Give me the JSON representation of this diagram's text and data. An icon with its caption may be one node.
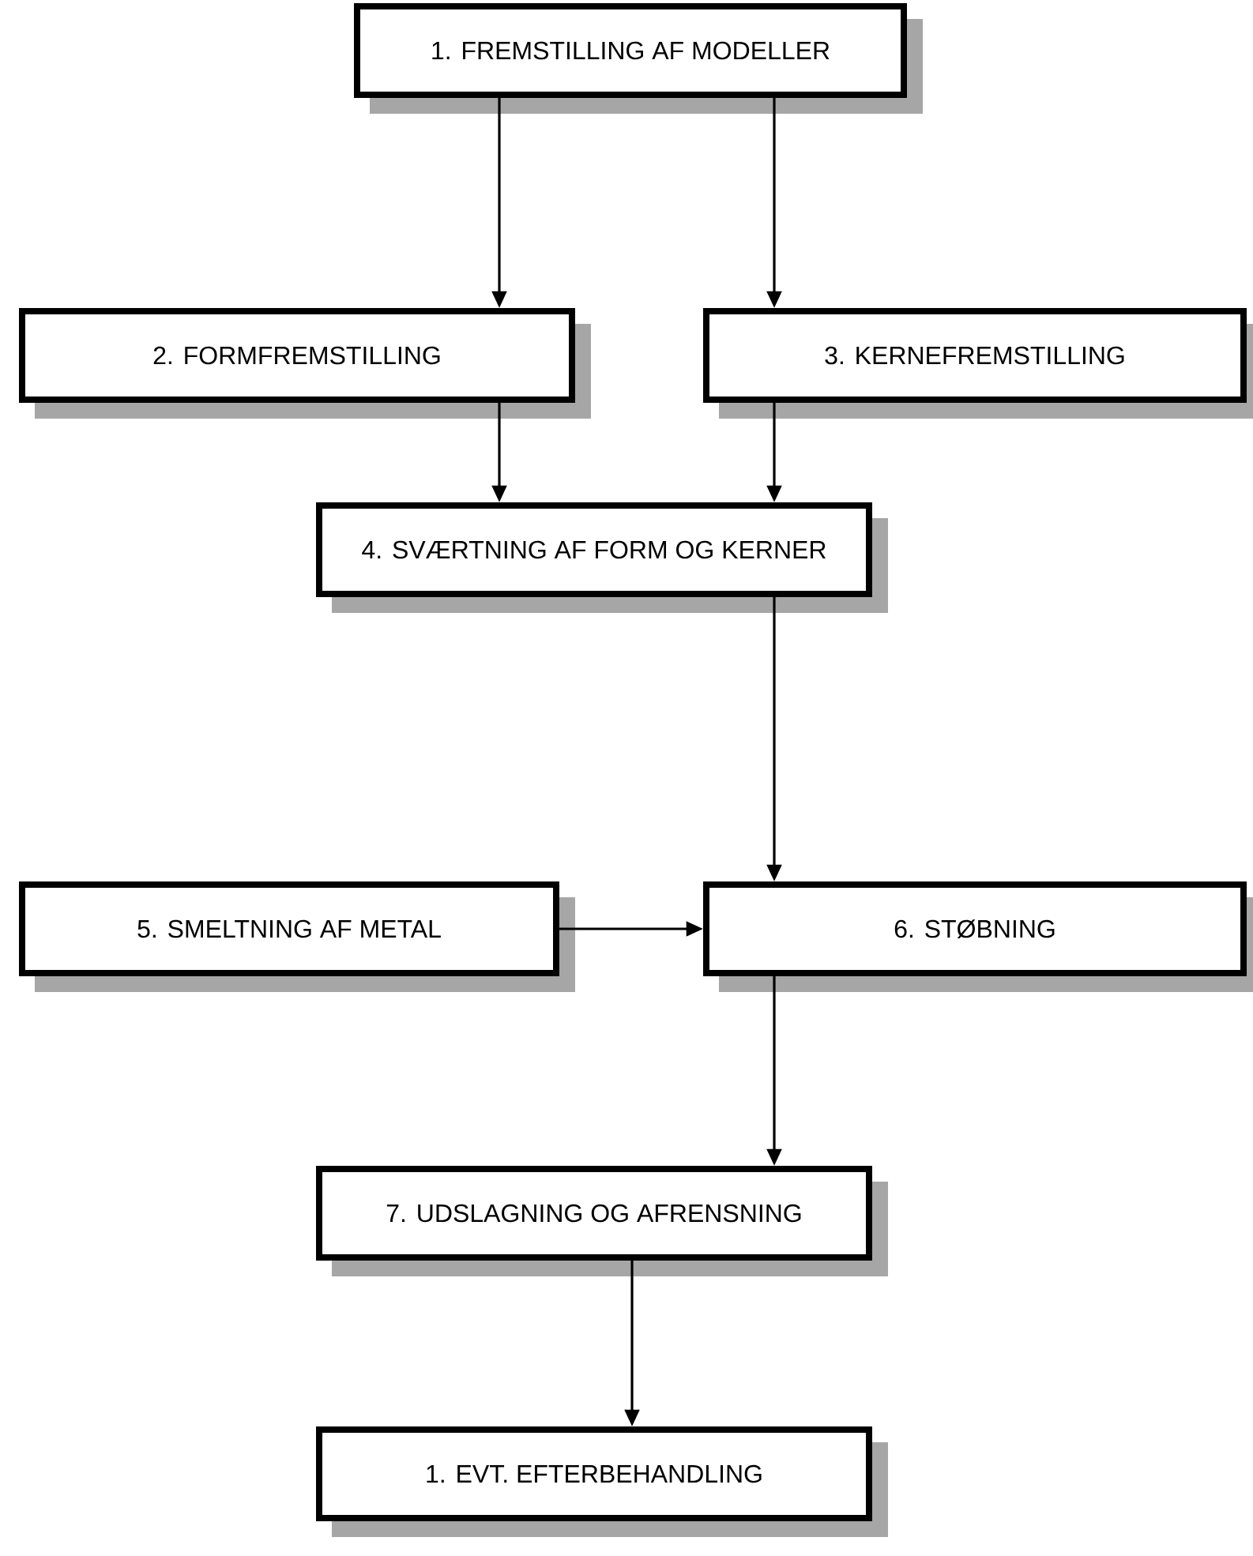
{
  "diagram": {
    "nodes": [
      {
        "text": [
          "1. FREMSTILLING AF MODELLER"
        ]
      },
      {
        "text": [
          "2. FORMFREMSTILLING"
        ]
      },
      {
        "text": [
          "3. KERNEFREMSTILLING"
        ]
      },
      {
        "text": [
          "4. SVÆRTNING AF FORM OG KERNER"
        ]
      },
      {
        "text": [
          "5. SMELTNING AF METAL"
        ]
      },
      {
        "text": [
          "6. STØBNING"
        ]
      },
      {
        "text": [
          "7. UDSLAGNING OG AFRENSNING"
        ]
      },
      {
        "text": [
          "1. EVT. EFTERBEHANDLING"
        ]
      }
    ],
    "edges": [
      {
        "from": 0,
        "to": 1,
        "arrow": "to"
      },
      {
        "from": 0,
        "to": 2,
        "arrow": "to"
      },
      {
        "from": 1,
        "to": 3,
        "arrow": "to"
      },
      {
        "from": 2,
        "to": 3,
        "arrow": "to"
      },
      {
        "from": 3,
        "to": 5,
        "arrow": "to"
      },
      {
        "from": 4,
        "to": 5,
        "arrow": "to"
      },
      {
        "from": 5,
        "to": 6,
        "arrow": "to"
      },
      {
        "from": 6,
        "to": 7,
        "arrow": "to"
      }
    ]
  }
}
